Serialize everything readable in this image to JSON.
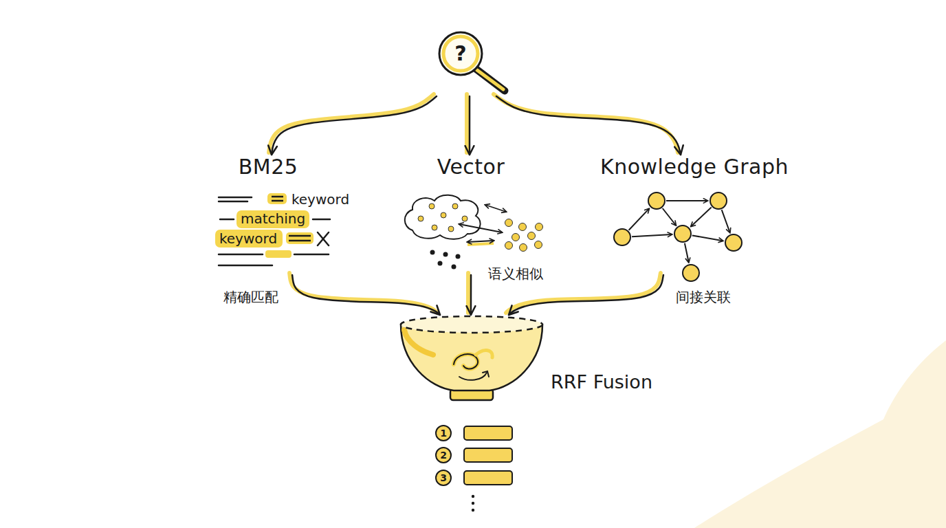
{
  "diagram": {
    "nodes": [
      {
        "text": [
          "?"
        ]
      },
      {
        "text": [
          "BM25",
          "精确匹配"
        ]
      },
      {
        "text": [
          "Vector",
          "语义相似"
        ]
      },
      {
        "text": [
          "Knowledge Graph",
          "间接关联"
        ]
      },
      {
        "text": [
          "RRF Fusion"
        ]
      }
    ],
    "edges": [
      {
        "from": 0,
        "to": 1,
        "arrow": "to"
      },
      {
        "from": 0,
        "to": 2,
        "arrow": "to"
      },
      {
        "from": 0,
        "to": 3,
        "arrow": "to"
      },
      {
        "from": 1,
        "to": 4,
        "arrow": "to"
      },
      {
        "from": 2,
        "to": 4,
        "arrow": "to"
      },
      {
        "from": 3,
        "to": 4,
        "arrow": "to"
      }
    ],
    "labels": [
      "keyword",
      "matching",
      "keyword",
      "1",
      "2",
      "3"
    ]
  }
}
